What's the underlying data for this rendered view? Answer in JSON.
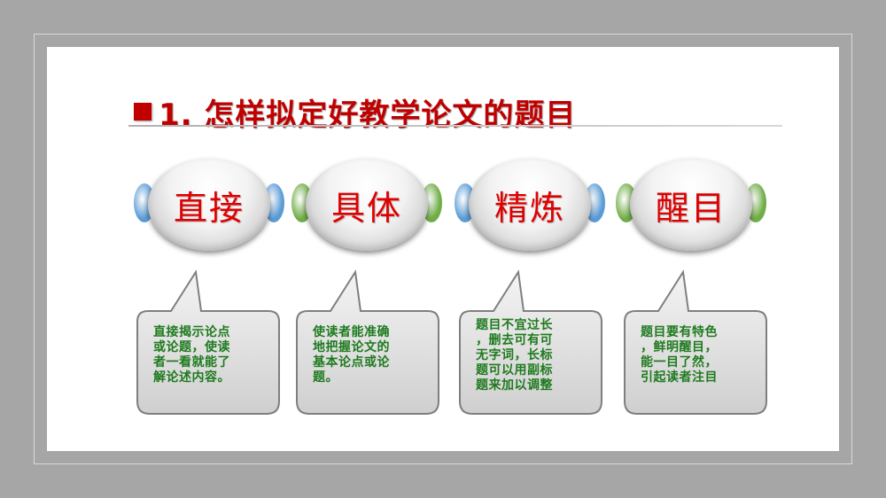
{
  "slide": {
    "title": "1. 怎样拟定好教学论文的题目"
  },
  "colors": {
    "title": "#c00000",
    "badge_text": "#e00000",
    "bubble_text": "#1e7a1e",
    "wing_blue": "#5b9bd5",
    "wing_green": "#70ad47"
  },
  "items": [
    {
      "label": "直接",
      "desc": [
        "直接揭示论点",
        "或论题，使读",
        "者一看就能了",
        "解论述内容。"
      ],
      "wing": "blue"
    },
    {
      "label": "具体",
      "desc": [
        "使读者能准确",
        "地把握论文的",
        "基本论点或论",
        "题。"
      ],
      "wing": "green"
    },
    {
      "label": "精炼",
      "desc": [
        "题目不宜过长",
        "，删去可有可",
        "无字词，长标",
        "题可以用副标",
        "题来加以调整"
      ],
      "wing": "blue"
    },
    {
      "label": "醒目",
      "desc": [
        "题目要有特色",
        "，鲜明醒目，",
        "能一目了然，",
        "引起读者注目"
      ],
      "wing": "green"
    }
  ]
}
